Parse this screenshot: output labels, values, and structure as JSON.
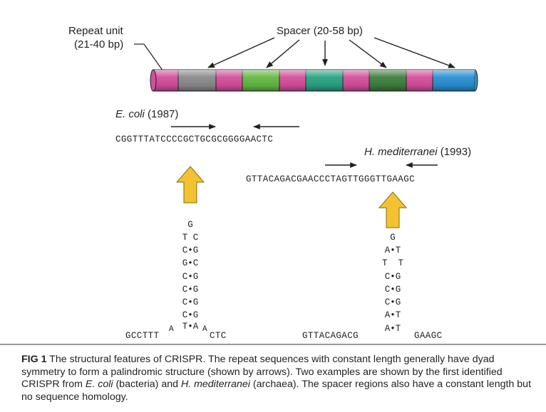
{
  "figure": {
    "repeat_label_line1": "Repeat unit",
    "repeat_label_line2": "(21-40 bp)",
    "spacer_label": "Spacer (20-58 bp)",
    "segments": [
      {
        "color": "#d44f9b"
      },
      {
        "color": "#8a8a8c"
      },
      {
        "color": "#d44f9b"
      },
      {
        "color": "#64b844"
      },
      {
        "color": "#d44f9b"
      },
      {
        "color": "#2aa383"
      },
      {
        "color": "#d44f9b"
      },
      {
        "color": "#3d7f3e"
      },
      {
        "color": "#d44f9b"
      },
      {
        "color": "#2a8fd2"
      }
    ],
    "ecoli": {
      "name": "E. coli",
      "year": "(1987)",
      "sequence": "CGGTTTATCCCCGCTGCGCGGGGAACTC",
      "hairpin": {
        "loop_top": "G",
        "loop_pair": "T C",
        "stem": [
          "C•G",
          "G•C",
          "C•G",
          "C•G",
          "C•G",
          "C•G",
          "T•A"
        ],
        "left_tail": "GCCTTT",
        "left_sup": "A",
        "right_sup": "A",
        "right_tail": "CTC"
      }
    },
    "hmed": {
      "name": "H. mediterranei",
      "year": "(1993)",
      "sequence": "GTTACAGACGAACCCTAGTTGGGTTGAAGC",
      "hairpin": {
        "loop_top": "G",
        "stem": [
          "A•T",
          "T  T",
          "C•G",
          "C•G",
          "C•G",
          "A•T",
          "A•T"
        ],
        "left_tail": "GTTACAGACG",
        "right_tail": "GAAGC"
      }
    },
    "colors": {
      "arrow_fill": "#f2c232",
      "arrow_stroke": "#8a6a10"
    }
  },
  "caption": {
    "label": "FIG 1",
    "text_a": " The structural features of CRISPR. The repeat sequences with constant length generally have dyad symmetry to form a palindromic structure (shown by arrows). Two examples are shown by the first identified CRISPR from ",
    "ecoli": "E. coli",
    "text_b": " (bacteria) and ",
    "hmed": "H. mediterranei",
    "text_c": " (archaea). The spacer regions also have a constant length but no sequence homology."
  }
}
